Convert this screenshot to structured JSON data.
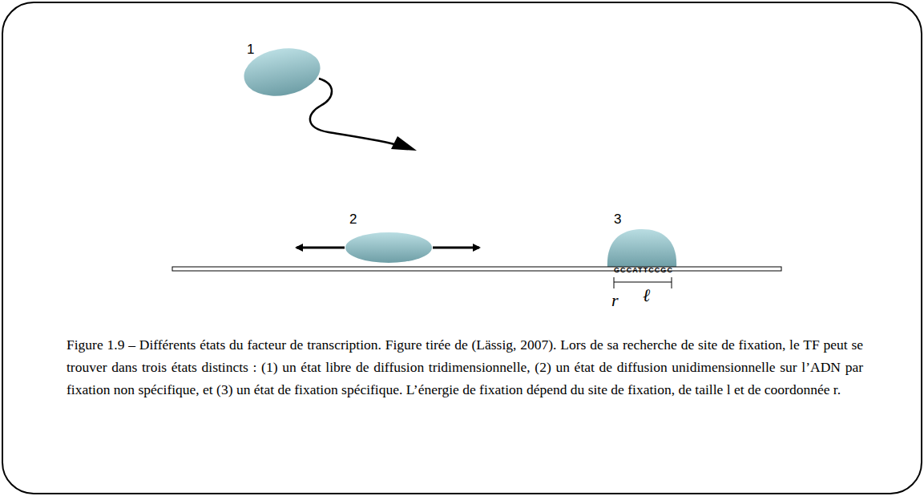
{
  "diagram": {
    "caption": "Figure 1.9 – Différents états du facteur de transcription. Figure tirée de (Lässig, 2007). Lors de sa recherche de site de fixation, le TF peut se trouver dans trois états distincts : (1) un état libre de diffusion tridimensionnelle, (2) un état de diffusion unidimensionnelle sur l’ADN par fixation non spécifique, et (3) un état de fixation spécifique. L’énergie de fixation dépend du site de fixation, de taille l et de coordonnée r.",
    "labels": [
      "1",
      "2",
      "3",
      "GCCATTCCGC",
      "r",
      "ℓ"
    ]
  }
}
